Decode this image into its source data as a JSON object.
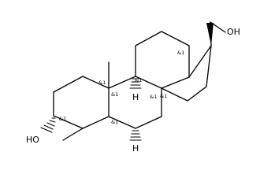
{
  "structure": {
    "atom_labels": {
      "hydroxyl_top": "OH",
      "hydroxyl_left": "HO",
      "hydrogen_c9": "H",
      "hydrogen_c5": "H"
    },
    "stereo_labels": [
      "&1",
      "&1",
      "&1",
      "&1",
      "&1",
      "&1",
      "&1",
      "&1"
    ]
  }
}
